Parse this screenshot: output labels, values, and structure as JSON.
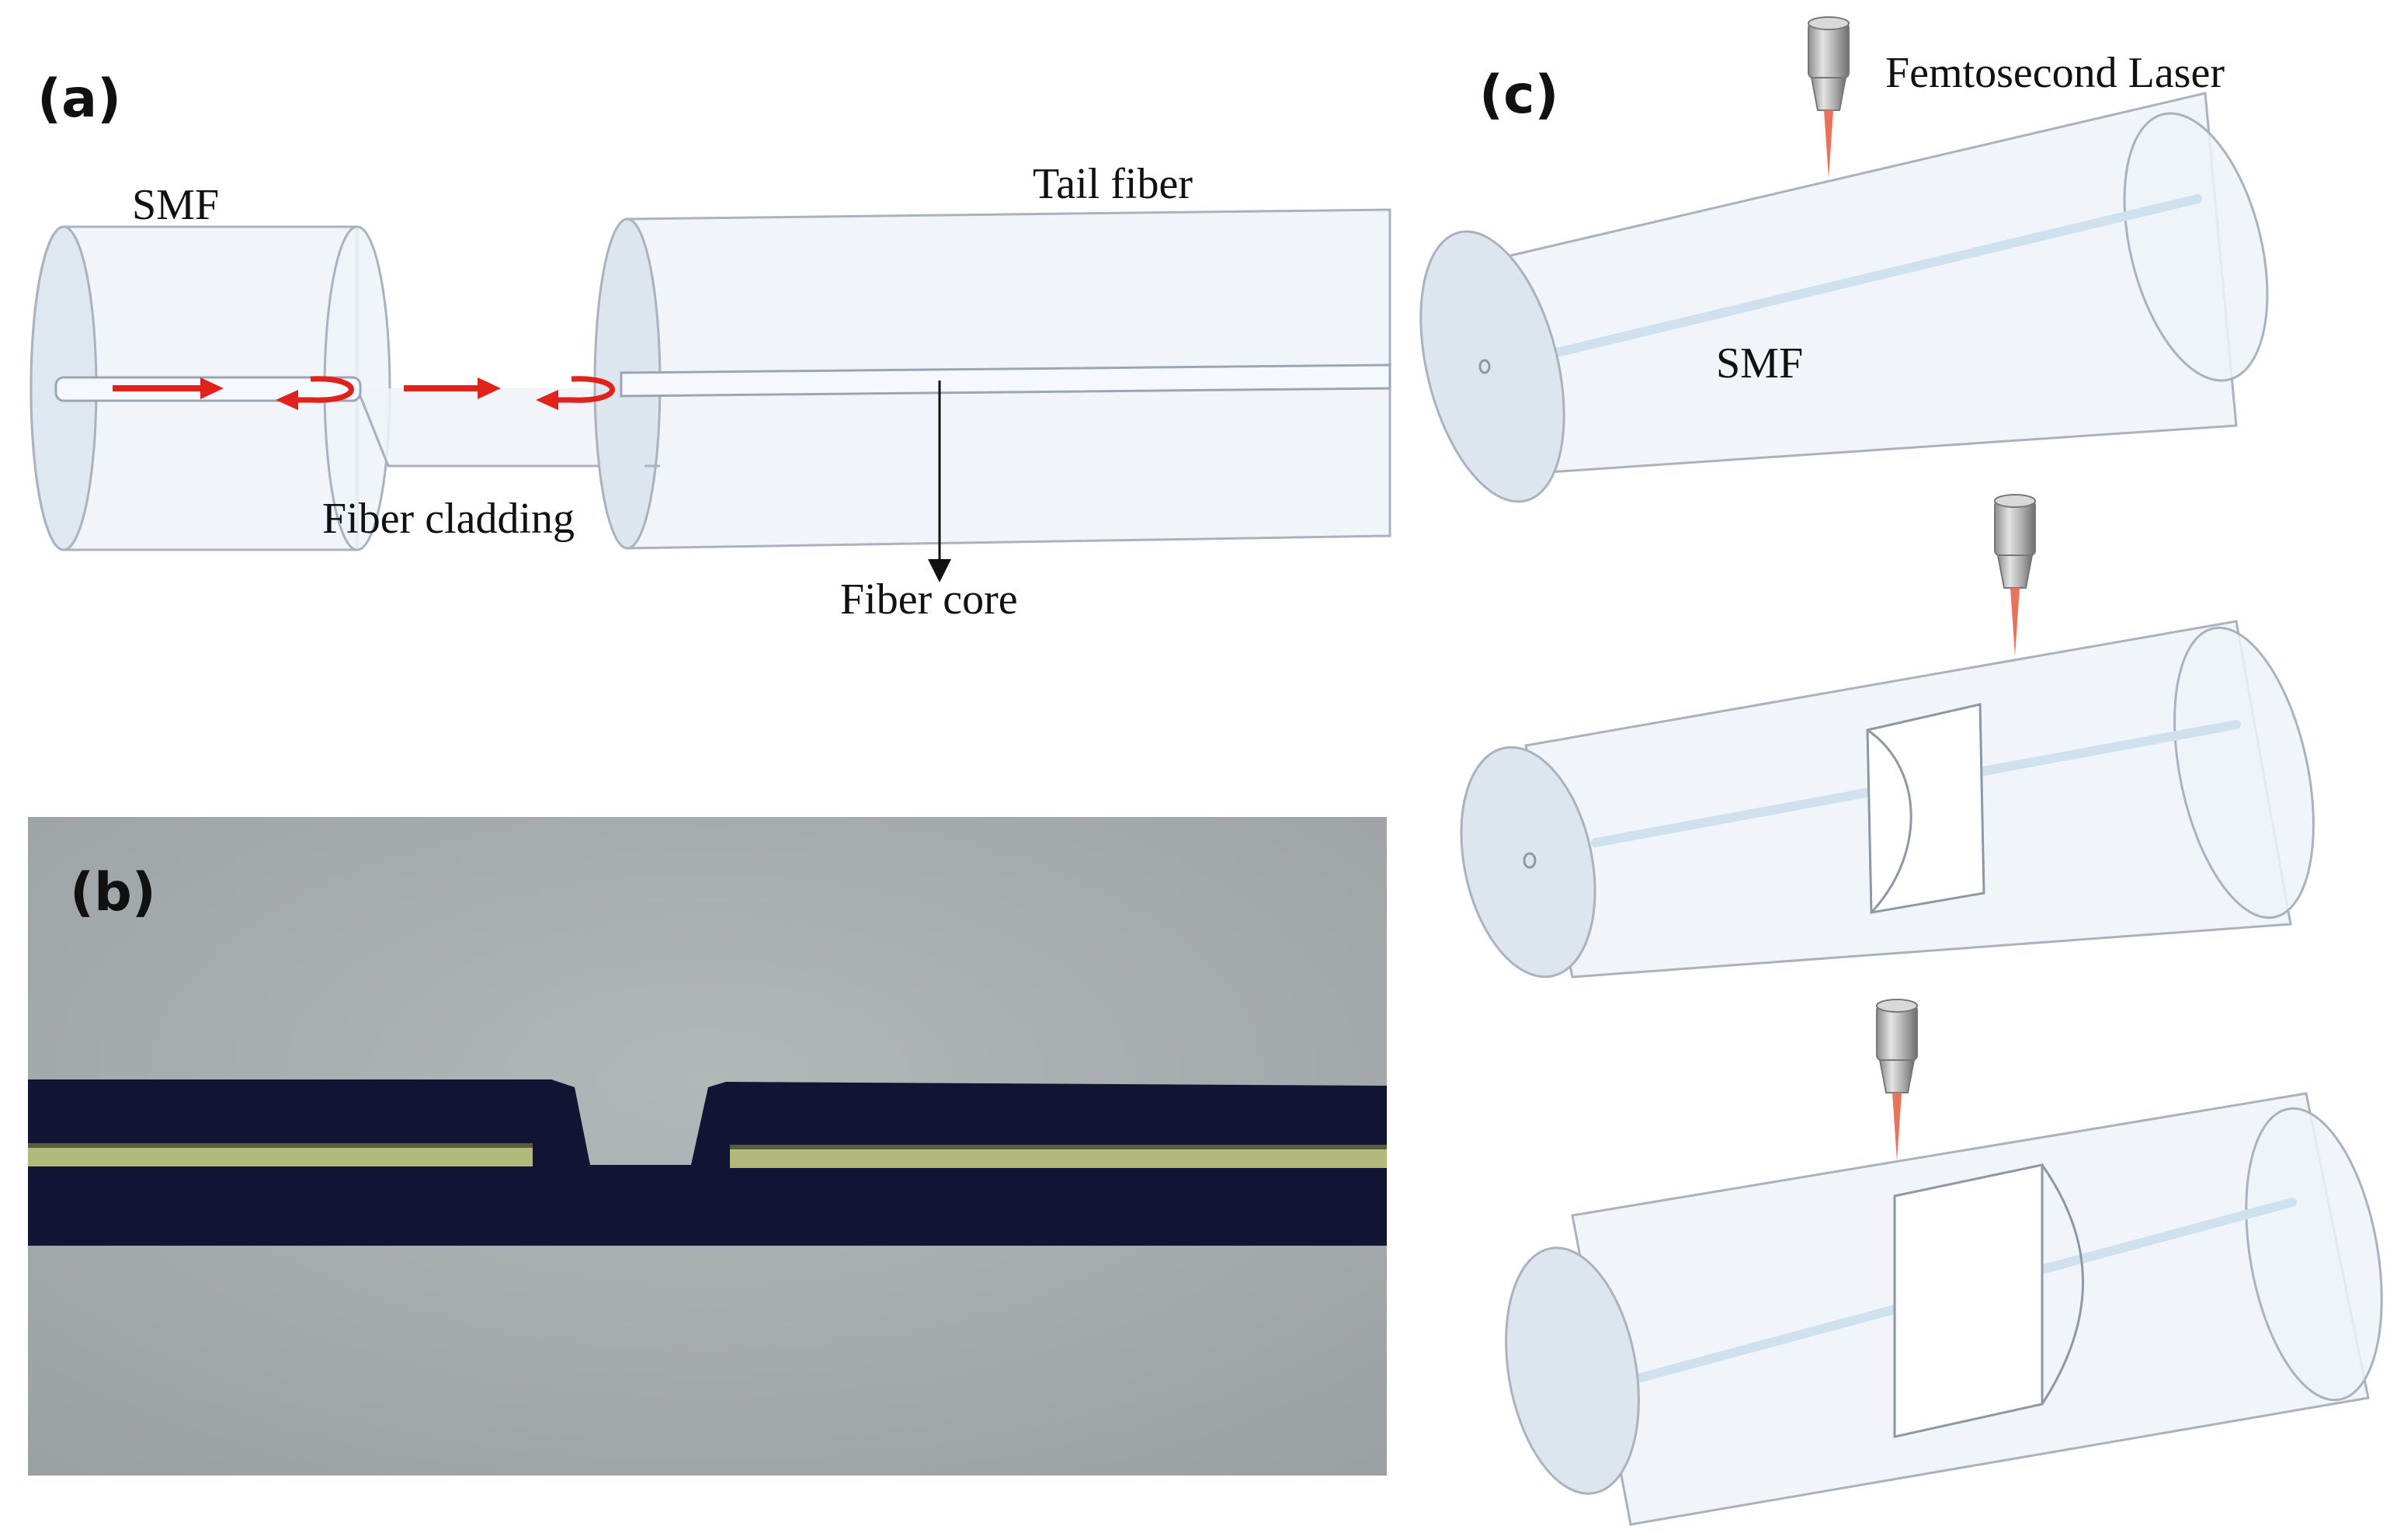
{
  "panel_a": {
    "label": "(a)",
    "smf_label": "SMF",
    "tail_fiber_label": "Tail fiber",
    "cladding_label": "Fiber cladding",
    "core_label": "Fiber core"
  },
  "panel_b": {
    "label": "(b)"
  },
  "panel_c": {
    "label": "(c)",
    "laser_label": "Femtosecond Laser",
    "smf_label": "SMF"
  },
  "colors": {
    "arrow_red": "#e0221b",
    "laser_beam": "#e8735a",
    "micro_background": "#a3a8aa",
    "micro_fiber": "#121433",
    "micro_core": "#cfd68a"
  }
}
